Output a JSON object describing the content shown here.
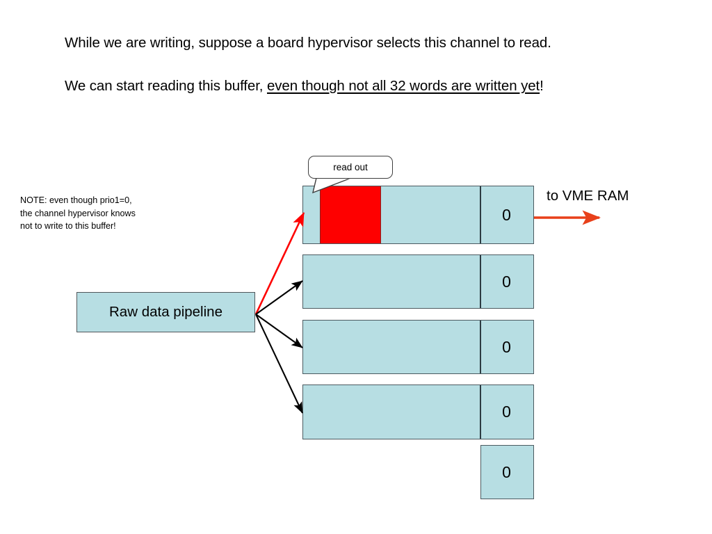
{
  "slide": {
    "background_color": "#ffffff",
    "headline_1": "While we are writing, suppose a board hypervisor selects this channel to read.",
    "headline_2_prefix": "We can start reading this buffer, ",
    "headline_2_underlined": "even though not all 32 words are written yet",
    "headline_2_suffix": "!"
  },
  "note": {
    "line_1": "NOTE: even though prio1=0,",
    "line_2": "the channel hypervisor knows",
    "line_3": "not to write to this buffer!"
  },
  "pipeline": {
    "label": "Raw data pipeline"
  },
  "callout": {
    "label": "read out"
  },
  "output": {
    "label": "to VME RAM",
    "arrow_color": "#e8401a"
  },
  "colors": {
    "buffer_fill": "#b7dee3",
    "buffer_border": "#4b5a60",
    "written_fill": "#fe0000",
    "read_arrow": "#fe0000",
    "write_arrow": "#000000",
    "output_arrow": "#e8401a"
  },
  "buffers": [
    {
      "id": "buffer-1",
      "count": "0",
      "selected_for_read": true,
      "written_region": {
        "start_fraction": 0.075,
        "end_fraction": 0.34
      }
    },
    {
      "id": "buffer-2",
      "count": "0",
      "selected_for_read": false
    },
    {
      "id": "buffer-3",
      "count": "0",
      "selected_for_read": false
    },
    {
      "id": "buffer-4",
      "count": "0",
      "selected_for_read": false
    },
    {
      "id": "buffer-5",
      "count": "0",
      "selected_for_read": false
    }
  ],
  "arrows": {
    "read_arrow_label": "read-path-arrow",
    "write_arrow_labels": [
      "write-arrow-buffer-2",
      "write-arrow-buffer-3",
      "write-arrow-buffer-4"
    ],
    "output_arrow_label": "to-vme-ram-arrow"
  }
}
